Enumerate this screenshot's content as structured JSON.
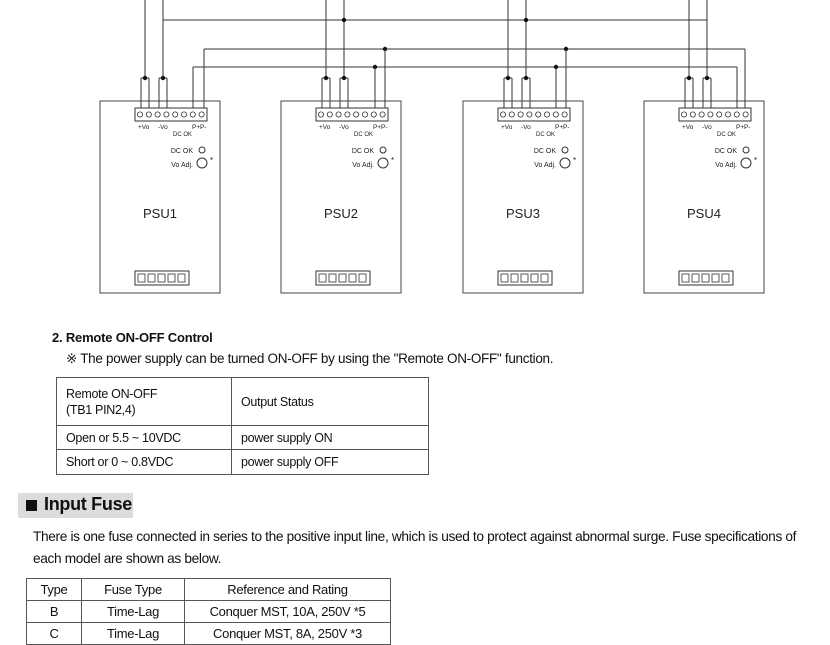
{
  "diagram": {
    "psus": [
      {
        "name": "PSU1"
      },
      {
        "name": "PSU2"
      },
      {
        "name": "PSU3"
      },
      {
        "name": "PSU4"
      }
    ],
    "terminal_labels": {
      "vo_plus": "+Vo",
      "vo_minus": "-Vo",
      "p_plus": "P+",
      "p_minus": "P-",
      "dc_ok_small": "DC OK"
    },
    "indicator_labels": {
      "dc_ok": "DC OK",
      "vo_adj": "Vo Adj.",
      "asterisk": "*"
    }
  },
  "remote_section": {
    "title": "2. Remote ON-OFF Control",
    "note": "※  The power supply can be turned ON-OFF by using the \"Remote ON-OFF\" function.",
    "table": {
      "header_col1_line1": "Remote ON-OFF",
      "header_col1_line2": "(TB1 PIN2,4)",
      "header_col2": "Output Status",
      "rows": [
        [
          "Open or 5.5 ~ 10VDC",
          "power supply ON"
        ],
        [
          "Short or 0 ~ 0.8VDC",
          "power supply OFF"
        ]
      ]
    }
  },
  "input_fuse": {
    "heading": "Input Fuse",
    "paragraph": "There is one fuse connected in series to the positive input line, which is used to protect against abnormal surge. Fuse specifications of each model are shown as below.",
    "table": {
      "headers": [
        "Type",
        "Fuse Type",
        "Reference and Rating"
      ],
      "rows": [
        [
          "B",
          "Time-Lag",
          "Conquer MST, 10A, 250V *5"
        ],
        [
          "C",
          "Time-Lag",
          "Conquer MST, 8A, 250V *3"
        ]
      ]
    }
  }
}
